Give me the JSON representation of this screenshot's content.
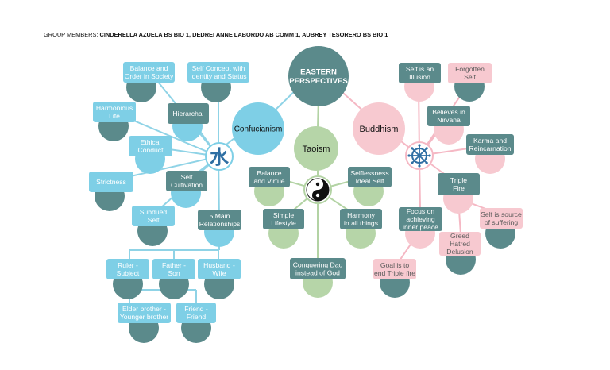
{
  "header": {
    "prefix": "GROUP MEMBERS: ",
    "names": "CINDERELLA AZUELA BS BIO 1, DEDREI ANNE LABORDO AB COMM 1, AUBREY TESORERO BS BIO 1"
  },
  "root": {
    "lines": [
      "EASTERN",
      "PERSPECTIVES"
    ]
  },
  "branches": {
    "confucianism": "Confucianism",
    "taoism": "Taoism",
    "buddhism": "Buddhism"
  },
  "icons": {
    "confucianism": "water-kanji-icon",
    "taoism": "yin-yang-icon",
    "buddhism": "dharma-wheel-icon",
    "water_glyph": "水"
  },
  "colors": {
    "teal": "#5b8a8b",
    "sky": "#7ecfe6",
    "sky_line": "#8fd3e6",
    "green": "#b6d5a8",
    "green_line": "#b3d3a4",
    "pink": "#f7c9d0",
    "pink_line": "#f5b8c4",
    "white_text": "#ffffff",
    "pink_text": "#5a5a5a",
    "dark_text": "#111111"
  },
  "confucianism_nodes": {
    "balance": [
      "Balance and",
      "Order in Society"
    ],
    "self_concept": [
      "Self Concept with",
      "Identity and Status"
    ],
    "harmonious": [
      "Harmonious",
      "Life"
    ],
    "hierarchal": [
      "Hierarchal"
    ],
    "ethical": [
      "Ethical",
      "Conduct"
    ],
    "strictness": [
      "Strictness"
    ],
    "self_cultivation": [
      "Self",
      "Cultivation"
    ],
    "subdued": [
      "Subdued",
      "Self"
    ],
    "relationships": [
      "5 Main",
      "Relationships"
    ],
    "ruler": [
      "Ruler -",
      "Subject"
    ],
    "father": [
      "Father -",
      "Son"
    ],
    "husband": [
      "Husband -",
      "Wife"
    ],
    "elder": [
      "Elder brother -",
      "Younger brother"
    ],
    "friend": [
      "Friend -",
      "Friend"
    ]
  },
  "taoism_nodes": {
    "balance_virtue": [
      "Balance",
      "and Virtue"
    ],
    "selflessness": [
      "Selflessness",
      "Ideal Self"
    ],
    "simple": [
      "Simple",
      "Lifestyle"
    ],
    "harmony": [
      "Harmony",
      "in all things"
    ],
    "conquering": [
      "Conquering Dao",
      "instead of God"
    ]
  },
  "buddhism_nodes": {
    "illusion": [
      "Self is an",
      "Illusion"
    ],
    "forgotten": [
      "Forgotten",
      "Self"
    ],
    "nirvana": [
      "Believes in",
      "Nirvana"
    ],
    "karma": [
      "Karma and",
      "Reincarnation"
    ],
    "triple_fire": [
      "Triple",
      "Fire"
    ],
    "focus": [
      "Focus on",
      "achieving",
      "inner peace"
    ],
    "source": [
      "Self is source",
      "of suffering"
    ],
    "greed": [
      "Greed",
      "Hatred",
      "Delusion"
    ],
    "goal": [
      "Goal is to",
      "end Triple fire"
    ]
  }
}
